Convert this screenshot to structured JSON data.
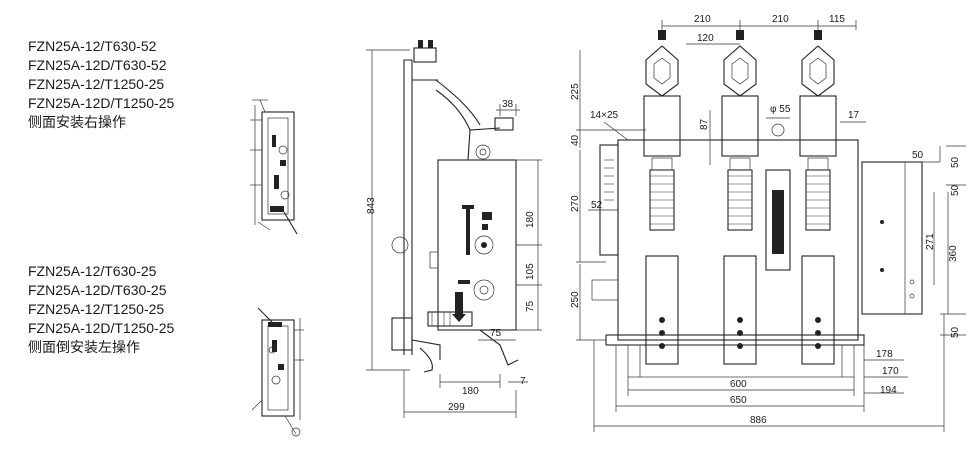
{
  "top_group": {
    "models": [
      "FZN25A-12/T630-52",
      "FZN25A-12D/T630-52",
      "FZN25A-12/T1250-25",
      "FZN25A-12D/T1250-25"
    ],
    "note": "侧面安装右操作"
  },
  "bottom_group": {
    "models": [
      "FZN25A-12/T630-25",
      "FZN25A-12D/T630-25",
      "FZN25A-12/T1250-25",
      "FZN25A-12D/T1250-25"
    ],
    "note": "侧面倒安装左操作"
  },
  "side_view_dims": {
    "height": "843",
    "top_offset": "38",
    "d180_v": "180",
    "d105": "105",
    "d75_v": "75",
    "d75_h": "75",
    "d180_h": "180",
    "d7": "7",
    "width": "299"
  },
  "front_view_dims": {
    "top_210_a": "210",
    "top_210_b": "210",
    "top_115": "115",
    "d120": "120",
    "d225": "225",
    "slot": "14×25",
    "d40": "40",
    "d87": "87",
    "phi55": "φ 55",
    "d17": "17",
    "d270": "270",
    "d52": "52",
    "d250": "250",
    "d600": "600",
    "d650": "650",
    "d886": "886",
    "r50_a": "50",
    "r50_b": "50",
    "r50_c": "50",
    "r50_d": "50",
    "r271": "271",
    "r360": "360",
    "r178": "178",
    "r170": "170",
    "r194": "194"
  }
}
